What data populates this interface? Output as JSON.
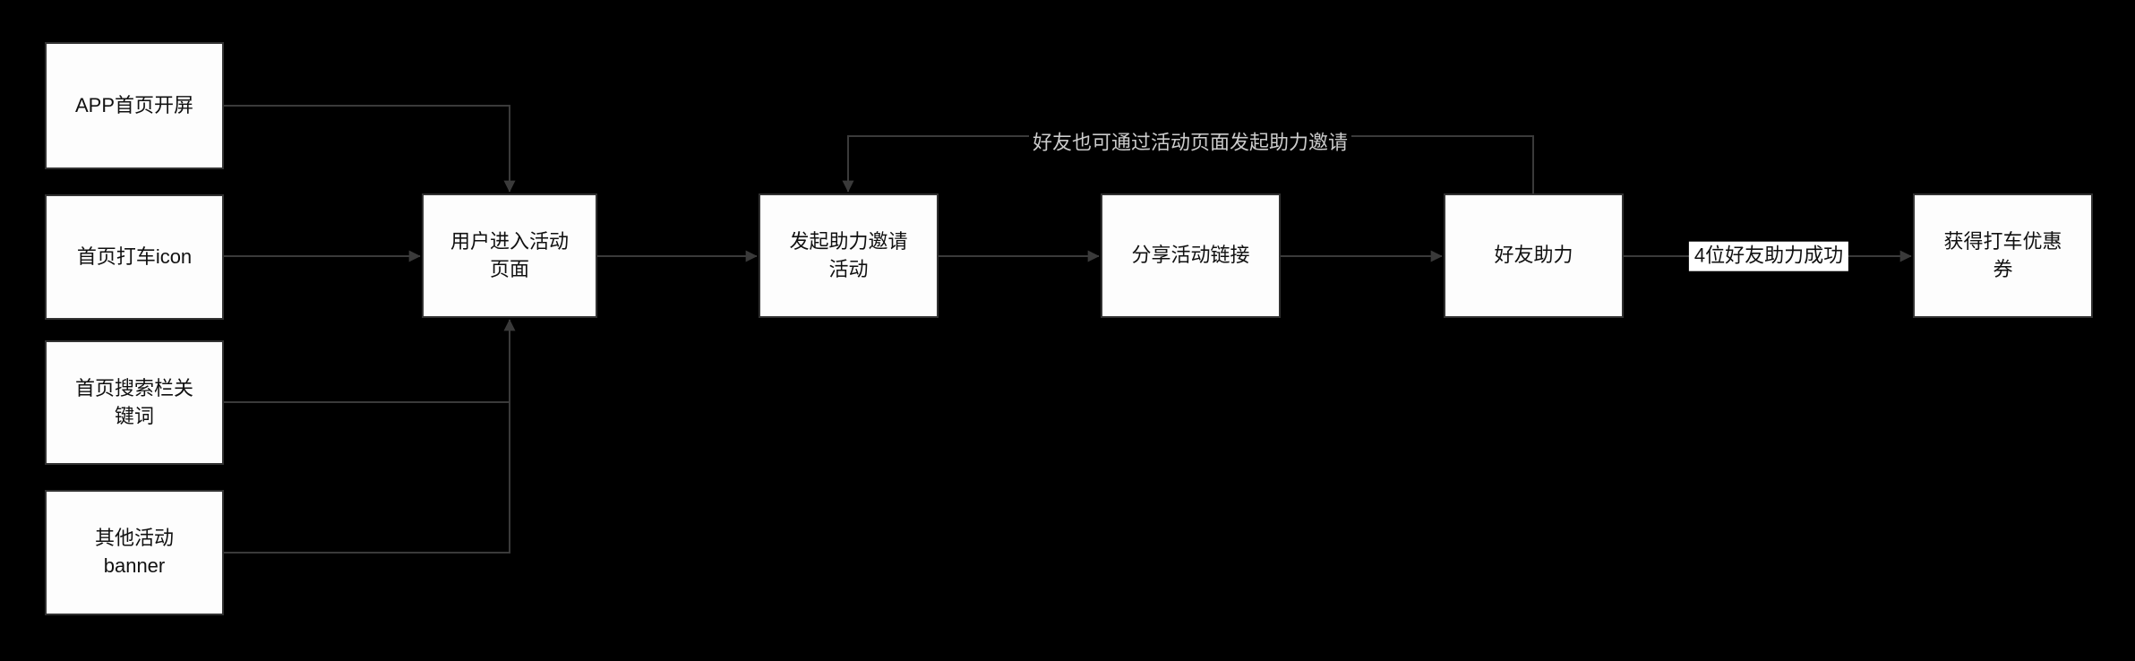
{
  "diagram": {
    "type": "flowchart",
    "colors": {
      "background": "#000000",
      "node_fill": "#fdfdfd",
      "node_border": "#323232",
      "node_text": "#111111",
      "edge_line": "#3a3a3a",
      "loop_label_text": "#cccccc",
      "assist_label_bg": "#ffffff",
      "assist_label_text": "#111111"
    },
    "nodes": {
      "app_splash": {
        "label": "APP首页开屏"
      },
      "taxi_icon": {
        "label": "首页打车icon"
      },
      "search_keyword": {
        "label": "首页搜索栏关\n键词"
      },
      "other_banner": {
        "label": "其他活动\nbanner"
      },
      "enter_activity": {
        "label": "用户进入活动\n页面"
      },
      "initiate_invite": {
        "label": "发起助力邀请\n活动"
      },
      "share_link": {
        "label": "分享活动链接"
      },
      "friend_assist": {
        "label": "好友助力"
      },
      "get_coupon": {
        "label": "获得打车优惠\n券"
      }
    },
    "edge_labels": {
      "loop_note": "好友也可通过活动页面发起助力邀请",
      "assist_success": "4位好友助力成功"
    }
  }
}
